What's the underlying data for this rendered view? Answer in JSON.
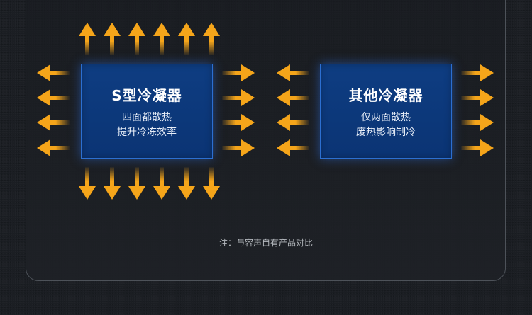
{
  "colors": {
    "arrow": "#f5a51a",
    "box_fill": "#0d3a7d",
    "box_border": "#2c6fd1"
  },
  "icons": {
    "arrow_up": "arrow-up-icon",
    "arrow_down": "arrow-down-icon",
    "arrow_left": "arrow-left-icon",
    "arrow_right": "arrow-right-icon"
  },
  "s_condenser": {
    "title": "S型冷凝器",
    "line1": "四面都散热",
    "line2": "提升冷冻效率"
  },
  "other_condenser": {
    "title": "其他冷凝器",
    "line1": "仅两面散热",
    "line2": "废热影响制冷"
  },
  "footnote": "注：与容声自有产品对比"
}
